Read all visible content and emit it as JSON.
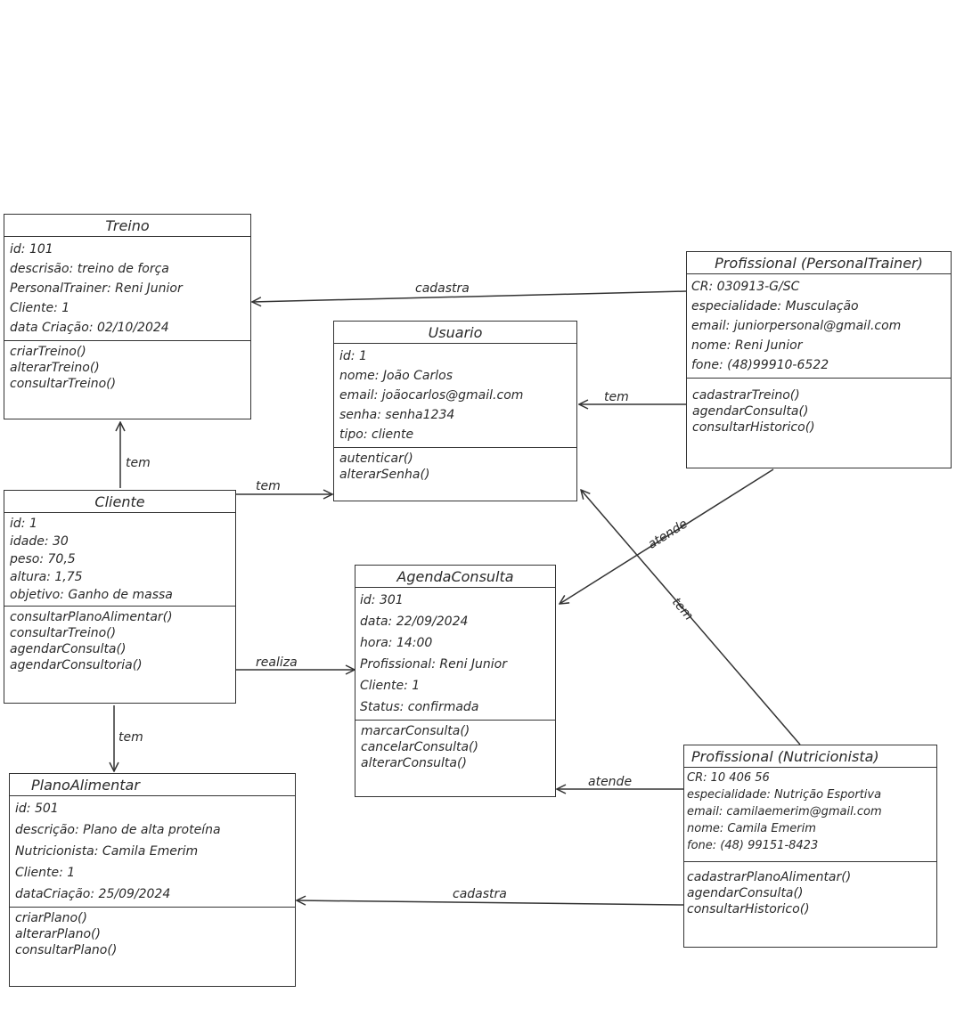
{
  "classes": {
    "treino": {
      "name": "Treino",
      "attributes": [
        "id: 101",
        "descrisão: treino de força",
        "PersonalTrainer: Reni Junior",
        "Cliente: 1",
        "data Criação: 02/10/2024"
      ],
      "methods": [
        "criarTreino()",
        "alterarTreino()",
        "consultarTreino()"
      ]
    },
    "usuario": {
      "name": "Usuario",
      "attributes": [
        "id: 1",
        "nome: João Carlos",
        "email: joãocarlos@gmail.com",
        "senha: senha1234",
        "tipo: cliente"
      ],
      "methods": [
        "autenticar()",
        "alterarSenha()"
      ]
    },
    "personal": {
      "name": "Profissional (PersonalTrainer)",
      "attributes": [
        "CR: 030913-G/SC",
        "especialidade: Musculação",
        "email: juniorpersonal@gmail.com",
        "nome: Reni Junior",
        "fone: (48)99910-6522"
      ],
      "methods": [
        "cadastrarTreino()",
        "agendarConsulta()",
        "consultarHistorico()"
      ]
    },
    "cliente": {
      "name": "Cliente",
      "attributes": [
        "id: 1",
        "idade: 30",
        "peso: 70,5",
        "altura: 1,75",
        "objetivo: Ganho de massa"
      ],
      "methods": [
        "consultarPlanoAlimentar()",
        "consultarTreino()",
        "agendarConsulta()",
        "agendarConsultoria()"
      ]
    },
    "agenda": {
      "name": "AgendaConsulta",
      "attributes": [
        "id: 301",
        "data: 22/09/2024",
        "hora: 14:00",
        "Profissional: Reni Junior",
        "Cliente: 1",
        "Status: confirmada"
      ],
      "methods": [
        "marcarConsulta()",
        "cancelarConsulta()",
        "alterarConsulta()"
      ]
    },
    "plano": {
      "name": "PlanoAlimentar",
      "attributes": [
        "id: 501",
        "descrição: Plano de alta proteína",
        "Nutricionista: Camila Emerim",
        "Cliente: 1",
        "dataCriação: 25/09/2024"
      ],
      "methods": [
        "criarPlano()",
        "alterarPlano()",
        "consultarPlano()"
      ]
    },
    "nutri": {
      "name": "Profissional (Nutricionista)",
      "attributes": [
        "CR: 10 406 56",
        "especialidade: Nutrição Esportiva",
        "email: camilaemerim@gmail.com",
        "nome: Camila Emerim",
        "fone: (48) 99151-8423"
      ],
      "methods": [
        "cadastrarPlanoAlimentar()",
        "agendarConsulta()",
        "consultarHistorico()"
      ]
    }
  },
  "relations": {
    "personal_treino": "cadastra",
    "personal_usuario": "tem",
    "cliente_treino": "tem",
    "cliente_usuario": "tem",
    "personal_agenda": "atende",
    "nutri_usuario": "tem",
    "cliente_agenda": "realiza",
    "cliente_plano": "tem",
    "nutri_agenda": "atende",
    "nutri_plano": "cadastra"
  }
}
